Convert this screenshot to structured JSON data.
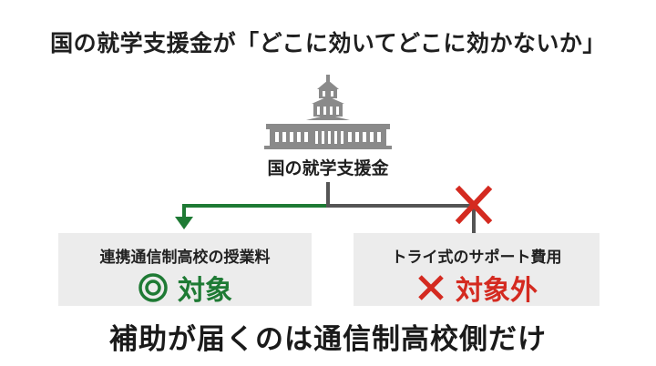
{
  "title": "国の就学支援金が「どこに効いてどこに効かないか」",
  "center": {
    "label": "国の就学支援金"
  },
  "left": {
    "label": "連携通信制高校の授業料",
    "status": "対象"
  },
  "right": {
    "label": "トライ式のサポート費用",
    "status": "対象外"
  },
  "footer": "補助が届くのは通信制高校側だけ",
  "colors": {
    "green": "#1e7a34",
    "red": "#d42a20",
    "gray": "#555555",
    "box_bg": "#ececec",
    "building": "#7a7a7a"
  }
}
